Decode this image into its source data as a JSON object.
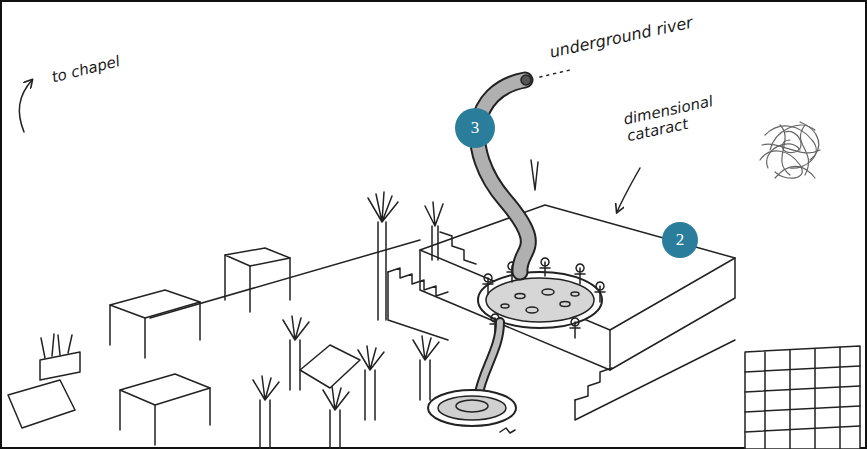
{
  "diagram": {
    "labels": [
      "underground river",
      "dimensional cataract",
      "to chapel",
      "3",
      "2"
    ]
  }
}
